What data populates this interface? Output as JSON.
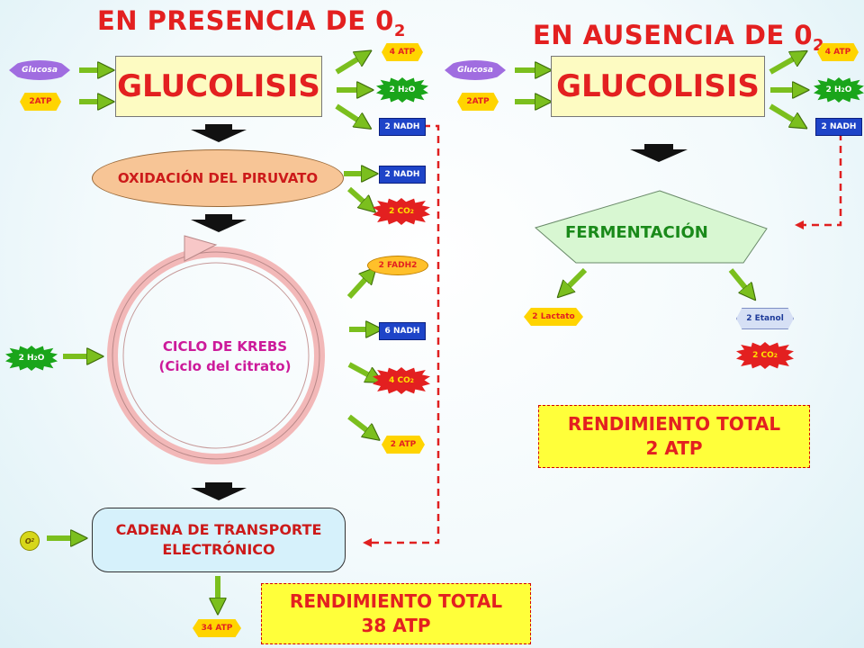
{
  "left": {
    "title": "EN PRESENCIA DE 0",
    "title_sub": "2",
    "glucosa": "Glucosa",
    "atp_in": "2ATP",
    "glucolisis": "GLUCOLISIS",
    "out_4atp": "4 ATP",
    "out_h2o_main": "2 H",
    "out_h2o_sub": "2",
    "out_h2o_tail": "O",
    "out_nadh1": "2 NADH",
    "piruvato": "OXIDACIÓN DEL PIRUVATO",
    "out_nadh2": "2 NADH",
    "out_co2_main": "2 CO",
    "out_co2_sub": "2",
    "out_fadh2": "2 FADH2",
    "krebs_line1": "CICLO DE KREBS",
    "krebs_line2": "(Ciclo del citrato)",
    "in_h2o_main": "2 H",
    "in_h2o_sub": "2",
    "in_h2o_tail": "O",
    "out_nadh6": "6 NADH",
    "out_co2_4_main": "4 CO",
    "out_co2_4_sub": "2",
    "out_2atp": "2 ATP",
    "o2_main": "O",
    "o2_sub": "2",
    "cadena_line1": "CADENA  DE TRANSPORTE",
    "cadena_line2": "ELECTRÓNICO",
    "atp34": "34 ATP",
    "total_line1": "RENDIMIENTO TOTAL",
    "total_line2": "38 ATP"
  },
  "right": {
    "title": "EN AUSENCIA DE 0",
    "title_sub": "2",
    "glucosa": "Glucosa",
    "atp_in": "2ATP",
    "glucolisis": "GLUCOLISIS",
    "out_4atp": "4 ATP",
    "out_h2o_main": "2 H",
    "out_h2o_sub": "2",
    "out_h2o_tail": "O",
    "out_nadh": "2 NADH",
    "fermentacion": "FERMENTACIÓN",
    "lactato": "2 Lactato",
    "etanol": "2 Etanol",
    "co2_main": "2 CO",
    "co2_sub": "2",
    "total_line1": "RENDIMIENTO TOTAL",
    "total_line2": "2 ATP"
  },
  "colors": {
    "title": "#e32020",
    "arrow_green": "#7bbf1e",
    "arrow_black": "#111111",
    "dashed_red": "#e02020",
    "nadh": "#1e44c8",
    "atp_hex": "#ffd400",
    "h2o_star": "#1aa51a",
    "fadh2_oval": "#ffc02a",
    "total_fill": "#ffff3a"
  }
}
